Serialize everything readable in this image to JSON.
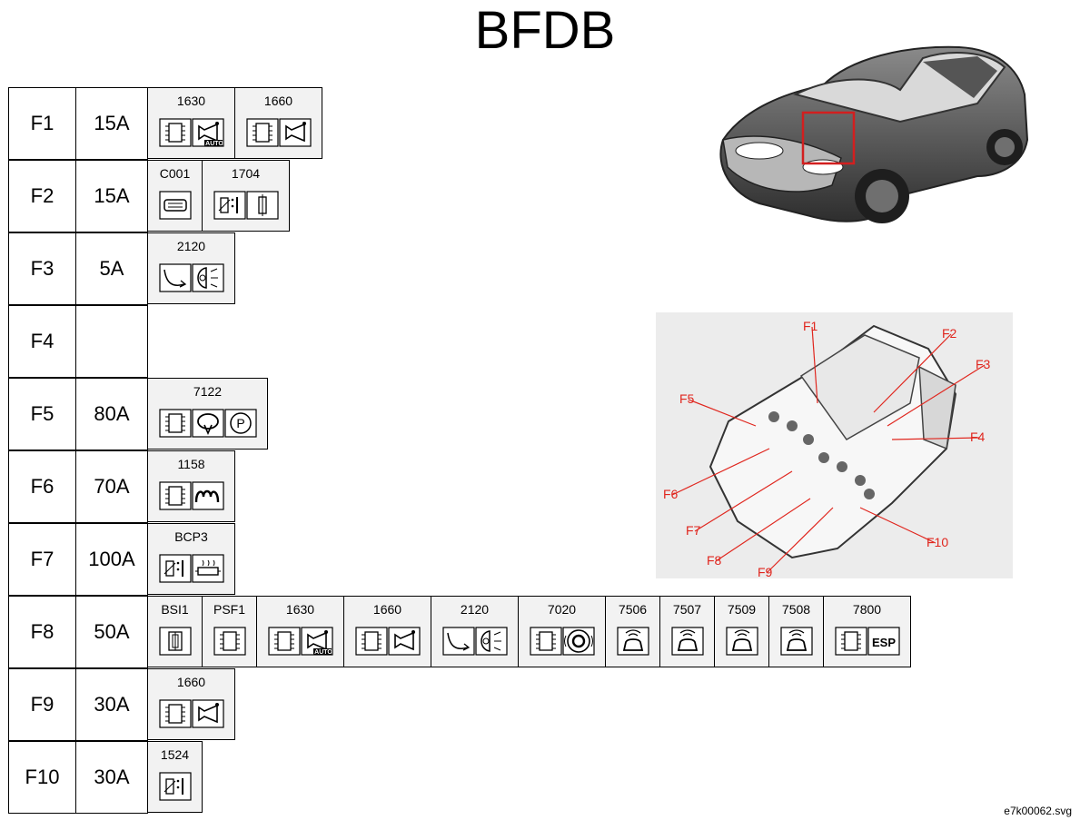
{
  "title": "BFDB",
  "fuses": [
    {
      "id": "F1",
      "amp": "15A",
      "components": [
        {
          "code": "1630",
          "icons": [
            "ecu-icon",
            "horn-auto-icon"
          ]
        },
        {
          "code": "1660",
          "icons": [
            "ecu-icon",
            "horn-icon"
          ]
        }
      ]
    },
    {
      "id": "F2",
      "amp": "15A",
      "components": [
        {
          "code": "C001",
          "icons": [
            "diag-socket-icon"
          ]
        },
        {
          "code": "1704",
          "icons": [
            "relay-icon",
            "fuse-icon"
          ]
        }
      ]
    },
    {
      "id": "F3",
      "amp": "5A",
      "components": [
        {
          "code": "2120",
          "icons": [
            "headlamp-adjust-icon",
            "headlamp-icon"
          ]
        }
      ]
    },
    {
      "id": "F4",
      "amp": "",
      "components": []
    },
    {
      "id": "F5",
      "amp": "80A",
      "components": [
        {
          "code": "7122",
          "icons": [
            "ecu-icon",
            "steering-icon",
            "park-icon"
          ]
        }
      ]
    },
    {
      "id": "F6",
      "amp": "70A",
      "components": [
        {
          "code": "1158",
          "icons": [
            "ecu-icon",
            "glow-plug-icon"
          ]
        }
      ]
    },
    {
      "id": "F7",
      "amp": "100A",
      "components": [
        {
          "code": "BCP3",
          "icons": [
            "relay-icon",
            "heater-icon"
          ]
        }
      ]
    },
    {
      "id": "F8",
      "amp": "50A",
      "components": [
        {
          "code": "BSI1",
          "icons": [
            "fuse-box-icon"
          ]
        },
        {
          "code": "PSF1",
          "icons": [
            "ecu-icon"
          ]
        },
        {
          "code": "1630",
          "icons": [
            "ecu-icon",
            "horn-auto-icon"
          ]
        },
        {
          "code": "1660",
          "icons": [
            "ecu-icon",
            "horn-icon"
          ]
        },
        {
          "code": "2120",
          "icons": [
            "headlamp-adjust-icon",
            "headlamp-icon"
          ]
        },
        {
          "code": "7020",
          "icons": [
            "ecu-icon",
            "abs-icon"
          ]
        },
        {
          "code": "7506",
          "icons": [
            "sensor-fl-icon"
          ]
        },
        {
          "code": "7507",
          "icons": [
            "sensor-front-icon"
          ]
        },
        {
          "code": "7509",
          "icons": [
            "sensor-rear-icon"
          ]
        },
        {
          "code": "7508",
          "icons": [
            "sensor-fr-icon"
          ]
        },
        {
          "code": "7800",
          "icons": [
            "ecu-icon",
            "esp-icon"
          ]
        }
      ]
    },
    {
      "id": "F9",
      "amp": "30A",
      "components": [
        {
          "code": "1660",
          "icons": [
            "ecu-icon",
            "horn-icon"
          ]
        }
      ]
    },
    {
      "id": "F10",
      "amp": "30A",
      "components": [
        {
          "code": "1524",
          "icons": [
            "relay-icon"
          ]
        }
      ]
    }
  ],
  "esp_text": "ESP",
  "auto_text": "AUTO",
  "detail_labels": [
    "F1",
    "F2",
    "F3",
    "F4",
    "F5",
    "F6",
    "F7",
    "F8",
    "F9",
    "F10"
  ],
  "footer": "e7k00062.svg",
  "colors": {
    "label_red": "#e0261e",
    "highlight_red": "#d21f1f",
    "cell_gray": "#f2f2f2"
  }
}
